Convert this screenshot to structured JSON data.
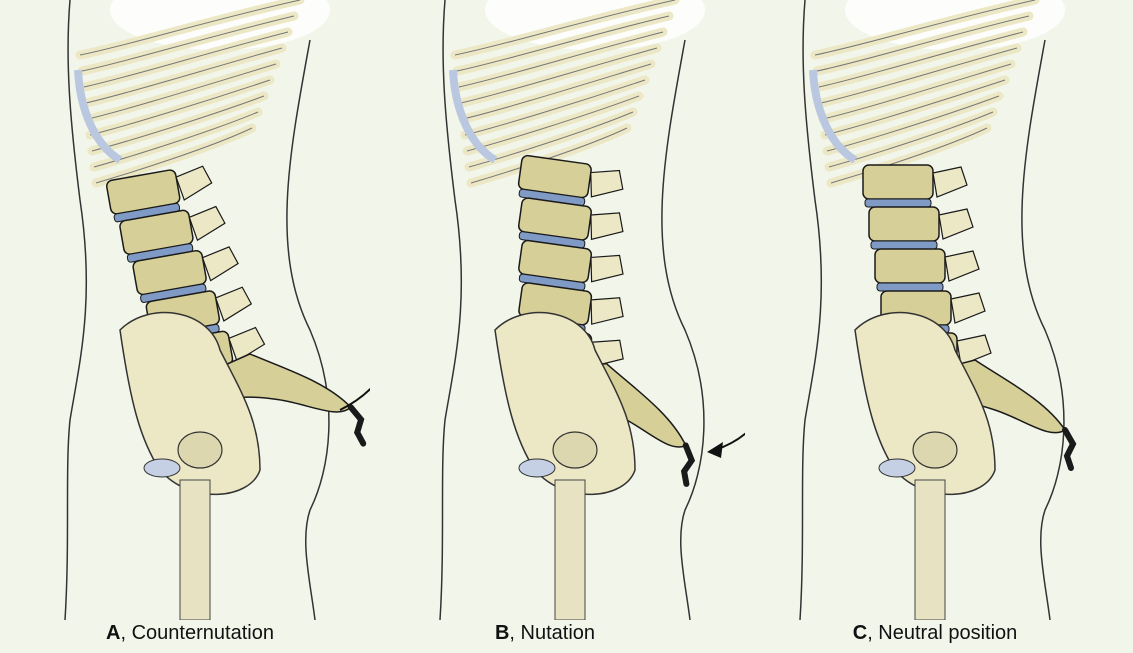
{
  "panels": [
    {
      "letter": "A",
      "label": ", Counternutation",
      "arrow": "up"
    },
    {
      "letter": "B",
      "label": ", Nutation",
      "arrow": "down"
    },
    {
      "letter": "C",
      "label": ", Neutral position",
      "arrow": "none"
    }
  ],
  "colors": {
    "background": "#f2f6ea",
    "bone": "#ece7c4",
    "spine": "#d6cf98",
    "disc": "#7f9ac4",
    "outline": "#1a1a1a"
  }
}
